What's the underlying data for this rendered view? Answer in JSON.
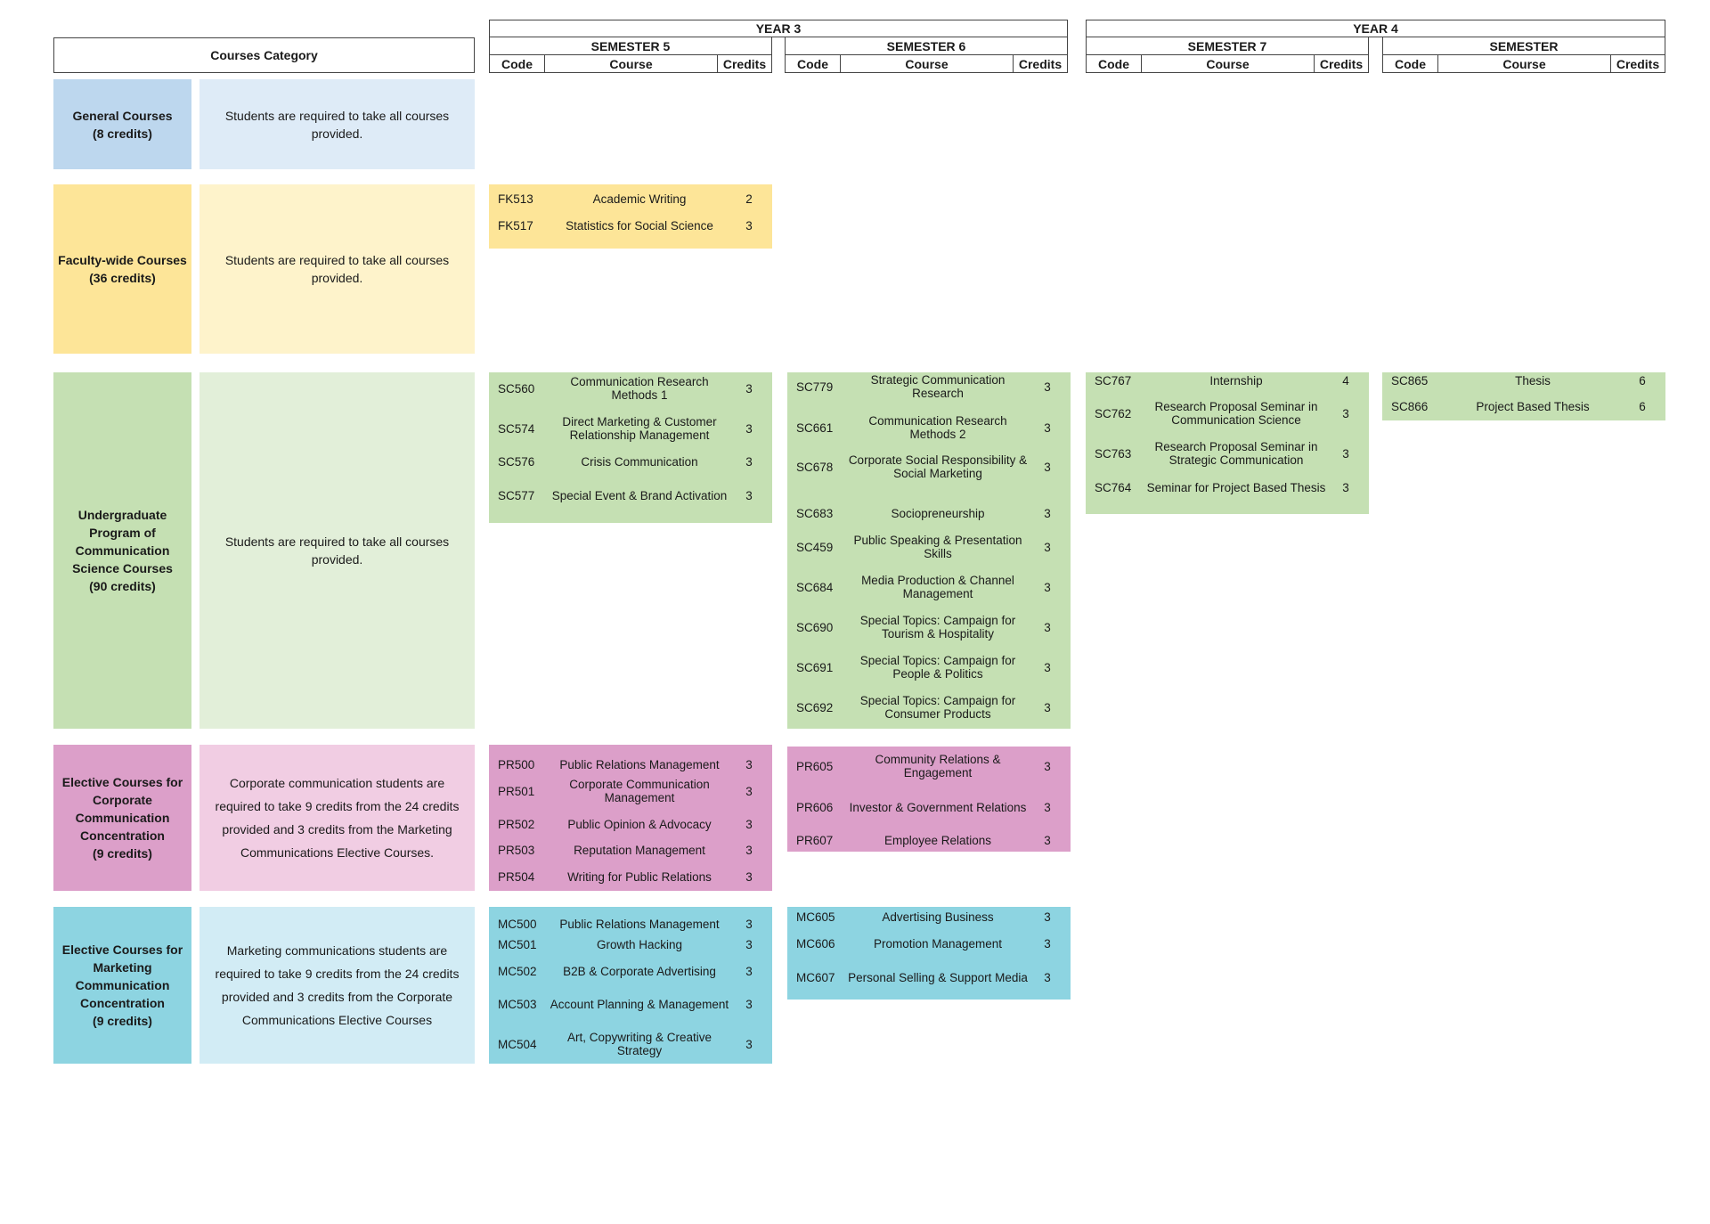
{
  "header": {
    "category_label": "Courses Category",
    "years": [
      "YEAR 3",
      "YEAR 4"
    ],
    "semesters": [
      "SEMESTER 5",
      "SEMESTER 6",
      "SEMESTER 7",
      "SEMESTER"
    ],
    "col_code": "Code",
    "col_course": "Course",
    "col_credits": "Credits"
  },
  "categories": [
    {
      "name": "General Courses\n(8 credits)",
      "description": "Students are required to take all courses provided.",
      "color_dark": "#bdd7ee",
      "color_light": "#deebf7"
    },
    {
      "name": "Faculty-wide Courses\n(36 credits)",
      "description": "Students are required to take all courses provided.",
      "color_dark": "#fde598",
      "color_light": "#fef3cb"
    },
    {
      "name": "Undergraduate Program of Communication Science Courses\n(90 credits)",
      "description": "Students are required to take all courses provided.",
      "color_dark": "#c5e0b3",
      "color_light": "#e2efd9"
    },
    {
      "name": "Elective Courses for Corporate Communication Concentration\n(9 credits)",
      "description": "Corporate communication students are required to take 9 credits from the 24 credits provided and 3 credits from the Marketing Communications Elective Courses.",
      "color_dark": "#dc9fc9",
      "color_light": "#f1cde3"
    },
    {
      "name": "Elective Courses for Marketing Communication Concentration\n(9 credits)",
      "description": "Marketing communications students are required to take 9 credits from the 24 credits provided and 3 credits from the Corporate Communications Elective Courses",
      "color_dark": "#8dd4e1",
      "color_light": "#d2ecf5"
    }
  ],
  "panels": {
    "faculty_s5": [
      {
        "code": "FK513",
        "course": "Academic Writing",
        "credits": "2"
      },
      {
        "code": "FK517",
        "course": "Statistics for Social Science",
        "credits": "3"
      }
    ],
    "ugrad_s5": [
      {
        "code": "SC560",
        "course": "Communication Research Methods 1",
        "credits": "3"
      },
      {
        "code": "SC574",
        "course": "Direct Marketing & Customer Relationship Management",
        "credits": "3"
      },
      {
        "code": "SC576",
        "course": "Crisis Communication",
        "credits": "3"
      },
      {
        "code": "SC577",
        "course": "Special Event & Brand Activation",
        "credits": "3"
      }
    ],
    "ugrad_s6": [
      {
        "code": "SC779",
        "course": "Strategic Communication Research",
        "credits": "3"
      },
      {
        "code": "SC661",
        "course": "Communication Research Methods 2",
        "credits": "3"
      },
      {
        "code": "SC678",
        "course": "Corporate Social Responsibility & Social Marketing",
        "credits": "3"
      },
      {
        "code": "SC683",
        "course": "Sociopreneurship",
        "credits": "3"
      },
      {
        "code": "SC459",
        "course": "Public Speaking & Presentation Skills",
        "credits": "3"
      },
      {
        "code": "SC684",
        "course": "Media Production & Channel Management",
        "credits": "3"
      },
      {
        "code": "SC690",
        "course": "Special Topics: Campaign for Tourism & Hospitality",
        "credits": "3"
      },
      {
        "code": "SC691",
        "course": "Special Topics: Campaign for People & Politics",
        "credits": "3"
      },
      {
        "code": "SC692",
        "course": "Special Topics: Campaign for Consumer Products",
        "credits": "3"
      }
    ],
    "ugrad_s7": [
      {
        "code": "SC767",
        "course": "Internship",
        "credits": "4"
      },
      {
        "code": "SC762",
        "course": "Research Proposal Seminar in Communication Science",
        "credits": "3"
      },
      {
        "code": "SC763",
        "course": "Research Proposal Seminar in Strategic Communication",
        "credits": "3"
      },
      {
        "code": "SC764",
        "course": "Seminar for Project Based Thesis",
        "credits": "3"
      }
    ],
    "ugrad_s8": [
      {
        "code": "SC865",
        "course": "Thesis",
        "credits": "6"
      },
      {
        "code": "SC866",
        "course": "Project Based Thesis",
        "credits": "6"
      }
    ],
    "corp_s5": [
      {
        "code": "PR500",
        "course": "Public Relations Management",
        "credits": "3"
      },
      {
        "code": "PR501",
        "course": "Corporate Communication Management",
        "credits": "3"
      },
      {
        "code": "PR502",
        "course": "Public Opinion & Advocacy",
        "credits": "3"
      },
      {
        "code": "PR503",
        "course": "Reputation Management",
        "credits": "3"
      },
      {
        "code": "PR504",
        "course": "Writing for Public Relations",
        "credits": "3"
      }
    ],
    "corp_s6": [
      {
        "code": "PR605",
        "course": "Community Relations & Engagement",
        "credits": "3"
      },
      {
        "code": "PR606",
        "course": "Investor & Government Relations",
        "credits": "3"
      },
      {
        "code": "PR607",
        "course": "Employee Relations",
        "credits": "3"
      }
    ],
    "mkt_s5": [
      {
        "code": "MC500",
        "course": "Public Relations Management",
        "credits": "3"
      },
      {
        "code": "MC501",
        "course": "Growth Hacking",
        "credits": "3"
      },
      {
        "code": "MC502",
        "course": "B2B & Corporate Advertising",
        "credits": "3"
      },
      {
        "code": "MC503",
        "course": "Account Planning & Management",
        "credits": "3"
      },
      {
        "code": "MC504",
        "course": "Art, Copywriting & Creative Strategy",
        "credits": "3"
      }
    ],
    "mkt_s6": [
      {
        "code": "MC605",
        "course": "Advertising Business",
        "credits": "3"
      },
      {
        "code": "MC606",
        "course": "Promotion Management",
        "credits": "3"
      },
      {
        "code": "MC607",
        "course": "Personal Selling & Support Media",
        "credits": "3"
      }
    ]
  }
}
